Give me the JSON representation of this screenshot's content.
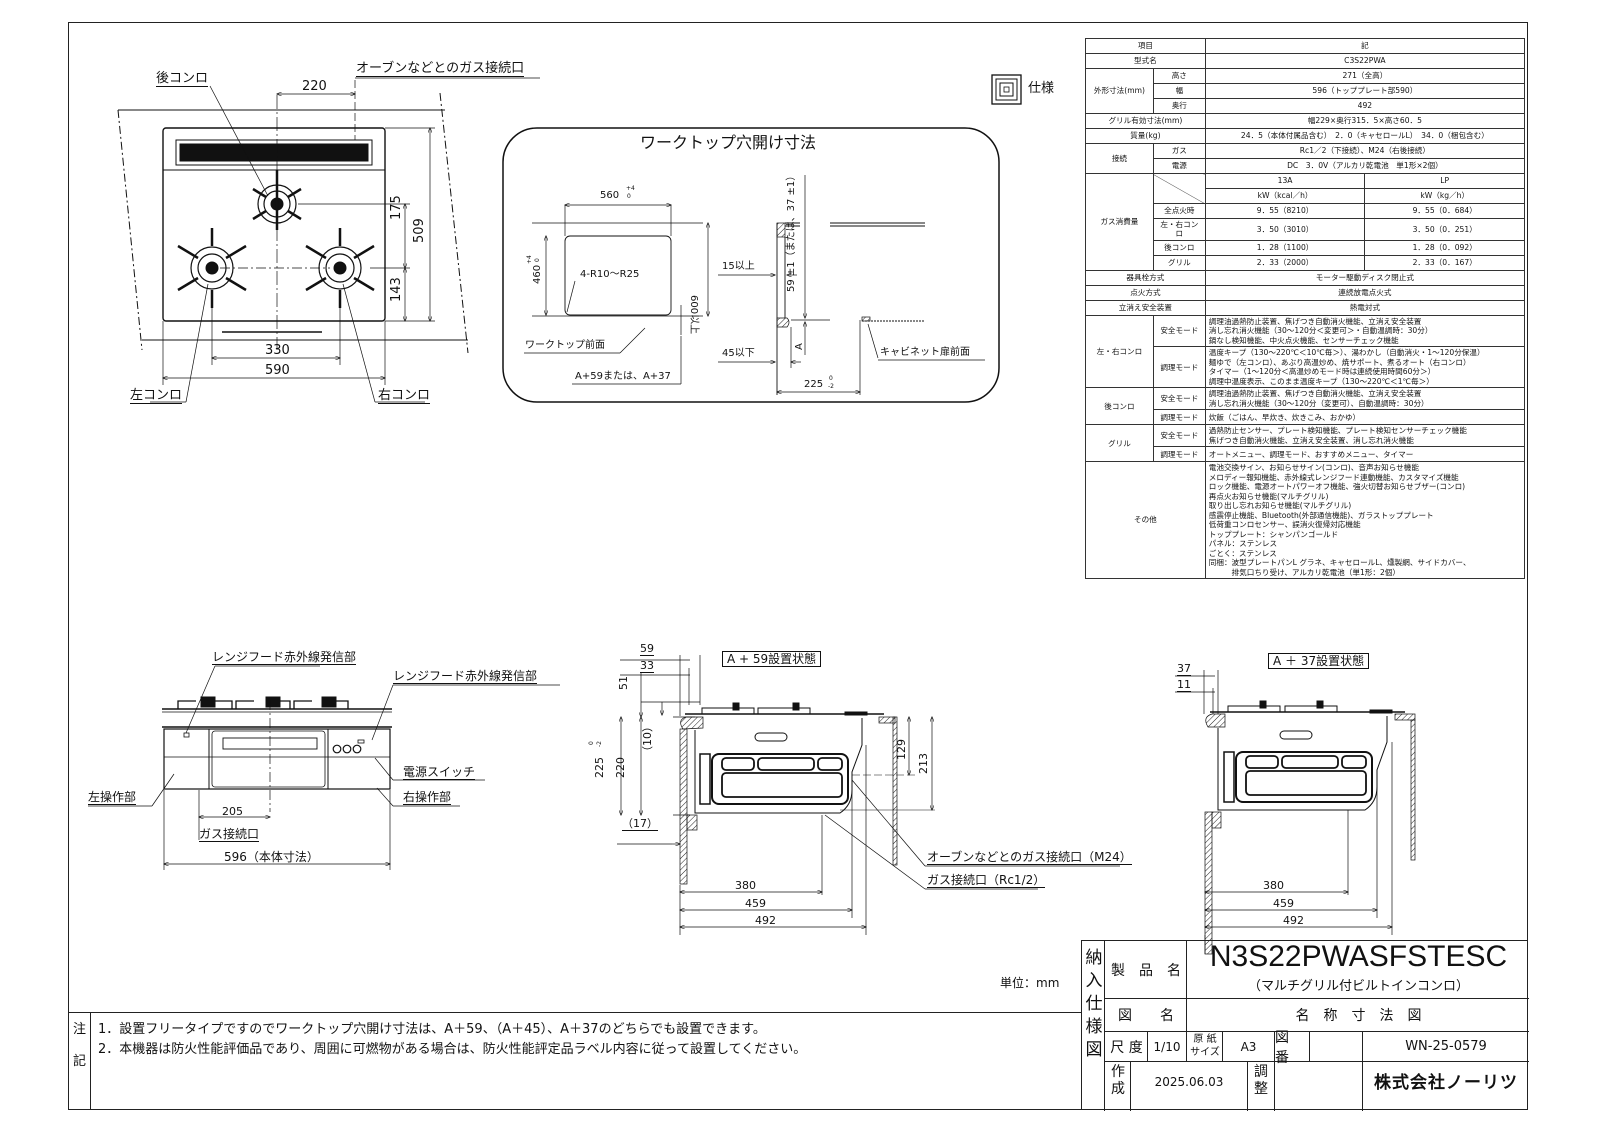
{
  "drawing": {
    "top_view": {
      "labels": {
        "rear_burner": "後コンロ",
        "oven_gas_inlet": "オーブンなどとのガス接続口",
        "left_burner": "左コンロ",
        "right_burner": "右コンロ"
      },
      "dims": {
        "d220": "220",
        "d175": "175",
        "d509": "509",
        "d143": "143",
        "d330": "330",
        "d590": "590"
      }
    },
    "cutout": {
      "title": "ワークトップ穴開け寸法",
      "w560": "560",
      "w560_tol_upper": "+4",
      "w560_tol_lower": "0",
      "h460": "460",
      "h460_tol_upper": "+4",
      "h460_tol_lower": "0",
      "radius": "4-R10～R25",
      "min600": "600以上",
      "worktop_front": "ワークトップ前面",
      "offset_note": "A+59または、A+37",
      "min15": "15以上",
      "max45": "45以下",
      "depth_note": "59 ±1（または、37 ±1）",
      "a_label": "A",
      "cabinet_front": "キャビネット扉前面",
      "d225": "225",
      "d225_tol_upper": "0",
      "d225_tol_lower": "-2"
    },
    "spec_mark": {
      "label": "仕様"
    },
    "front_view": {
      "ir_left": "レンジフード赤外線発信部",
      "ir_right": "レンジフード赤外線発信部",
      "power_switch": "電源スイッチ",
      "left_panel": "左操作部",
      "right_panel": "右操作部",
      "d205": "205",
      "gas_inlet": "ガス接続口",
      "d596": "596（本体寸法）"
    },
    "side_a59": {
      "title": "A + 59設置状態",
      "d59": "59",
      "d33": "33",
      "d51": "51",
      "d10": "（10）",
      "d225": "225",
      "d225_tol_upper": "0",
      "d225_tol_lower": "-2",
      "d220": "220",
      "d17": "（17）",
      "d129": "129",
      "d213": "213",
      "d380": "380",
      "d459": "459",
      "d492": "492",
      "oven_gas": "オーブンなどとのガス接続口（M24）",
      "gas_rc": "ガス接続口（Rc1/2）"
    },
    "side_a37": {
      "title": "A ＋ 37設置状態",
      "d37": "37",
      "d11": "11",
      "d380": "380",
      "d459": "459",
      "d492": "492"
    },
    "unit": "単位：mm"
  },
  "spec_table": {
    "header": {
      "item": "項目",
      "note": "記"
    },
    "model": {
      "label": "型式名",
      "value": "C3S22PWA"
    },
    "dimensions": {
      "label": "外形寸法(mm)",
      "rows": [
        {
          "label": "高さ",
          "value": "271（全高）"
        },
        {
          "label": "幅",
          "value": "596（トッププレート部590）"
        },
        {
          "label": "奥行",
          "value": "492"
        }
      ]
    },
    "grill_size": {
      "label": "グリル有効寸法(mm)",
      "value": "幅229×奥行315．5×高さ60．5"
    },
    "mass": {
      "label": "質量(kg)",
      "value": "24．5（本体付属品含む）　2．0（キャセロールL）　34．0（梱包含む）"
    },
    "connection": {
      "label": "接続",
      "rows": [
        {
          "label": "ガス",
          "value": "Rc1／2（下接続）、M24（右後接続）"
        },
        {
          "label": "電源",
          "value": "DC　3．0V（アルカリ乾電池　単1形×2個）"
        }
      ]
    },
    "gas_consumption": {
      "label": "ガス消費量",
      "col_13a": "13A",
      "col_lp": "LP",
      "unit_13a": "kW（kcal／h）",
      "unit_lp": "kW（kg／h）",
      "rows": [
        {
          "label": "全点火時",
          "v13a": "9．55（8210）",
          "vlp": "9．55（0．684）"
        },
        {
          "label": "左・右コンロ",
          "v13a": "3．50（3010）",
          "vlp": "3．50（0．251）"
        },
        {
          "label": "後コンロ",
          "v13a": "1．28（1100）",
          "vlp": "1．28（0．092）"
        },
        {
          "label": "グリル",
          "v13a": "2．33（2000）",
          "vlp": "2．33（0．167）"
        }
      ]
    },
    "valve": {
      "label": "器具栓方式",
      "value": "モーター駆動ディスク閉止式"
    },
    "ignition": {
      "label": "点火方式",
      "value": "連続放電点火式"
    },
    "flame_safety": {
      "label": "立消え安全装置",
      "value": "熱電対式"
    },
    "lr_burner": {
      "label": "左・右コンロ",
      "safety_label": "安全モード",
      "safety": [
        "調理油過熱防止装置、焦げつき自動消火機能、立消え安全装置",
        "消し忘れ消火機能（30～120分＜変更可＞・自動温調時：30分）",
        "鍋なし検知機能、中火点火機能、センサーチェック機能"
      ],
      "cook_label": "調理モード",
      "cook": [
        "温度キープ（130～220℃＜10℃毎＞）、湯わかし（自動消火・1～120分保温）",
        "麺ゆで（左コンロ）、あぶり高温炒め、焼サポート、煮るオート（右コンロ）",
        "タイマー（1～120分＜高温炒めモード時は連続使用時間60分＞）",
        "調理中温度表示、このまま温度キープ（130～220℃＜1℃毎＞）"
      ]
    },
    "rear_burner": {
      "label": "後コンロ",
      "safety_label": "安全モード",
      "safety": [
        "調理油過熱防止装置、焦げつき自動消火機能、立消え安全装置",
        "消し忘れ消火機能（30～120分（変更可）、自動温調時：30分）"
      ],
      "cook_label": "調理モード",
      "cook": [
        "炊飯（ごはん、早炊き、炊きこみ、おかゆ）"
      ]
    },
    "grill": {
      "label": "グリル",
      "safety_label": "安全モード",
      "safety": [
        "過熱防止センサー、プレート検知機能、プレート検知センサーチェック機能",
        "焦げつき自動消火機能、立消え安全装置、消し忘れ消火機能"
      ],
      "cook_label": "調理モード",
      "cook": [
        "オートメニュー、調理モード、おすすめメニュー、タイマー"
      ]
    },
    "other": {
      "label": "その他",
      "lines": [
        "電池交換サイン、お知らせサイン(コンロ)、音声お知らせ機能",
        "メロディー報知機能、赤外線式レンジフード連動機能、カスタマイズ機能",
        "ロック機能、電源オートパワーオフ機能、強火切替お知らせブザー(コンロ)",
        "再点火お知らせ機能(マルチグリル)",
        "取り出し忘れお知らせ機能(マルチグリル)",
        "感震停止機能、Bluetooth(外部通信機能)、ガラストッププレート",
        "低荷重コンロセンサー、誤消火復帰対応機能",
        "トッププレート：シャンパンゴールド",
        "パネル：ステンレス",
        "ごとく：ステンレス",
        "同梱：波型プレートパンL グラネ、キャセロールL、燻製網、サイドカバー、",
        "　　　排気口ちり受け、アルカリ乾電池（単1形：2個）"
      ]
    }
  },
  "notes": {
    "label_top": "注",
    "label_bottom": "記",
    "items": [
      "1．設置フリータイプですのでワークトップ穴開け寸法は、A＋59、（A＋45）、A＋37のどちらでも設置できます。",
      "2．本機器は防火性能評価品であり、周囲に可燃物がある場合は、防火性能評定品ラベル内容に従って設置してください。"
    ]
  },
  "title_block": {
    "side_label": [
      "納",
      "入",
      "仕",
      "様",
      "図"
    ],
    "product_name_label": "製　品　名",
    "product_name": "N3S22PWASFSTESC",
    "product_desc": "（マルチグリル付ビルトインコンロ）",
    "drawing_name_label": "図　　名",
    "drawing_name": "名　称　寸　法　図",
    "scale_label": "尺 度",
    "scale": "1/10",
    "paper_label_1": "原 紙",
    "paper_label_2": "サイズ",
    "paper": "A3",
    "drawing_no_label": "図　番",
    "drawing_no": "WN-25-0579",
    "created_label_1": "作",
    "created_label_2": "成",
    "created_date": "2025.06.03",
    "adjusted_label_1": "調",
    "adjusted_label_2": "整",
    "company": "株式会社ノーリツ"
  }
}
